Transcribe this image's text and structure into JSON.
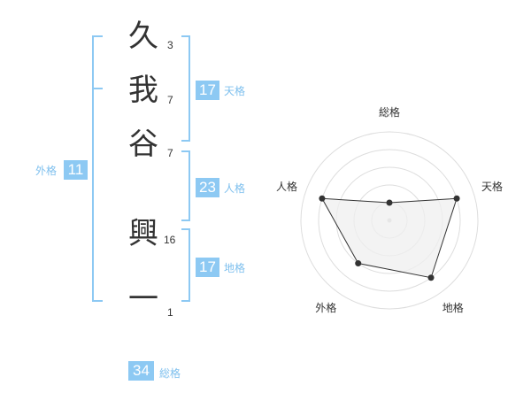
{
  "name": {
    "chars": [
      {
        "char": "久",
        "strokes": "3"
      },
      {
        "char": "我",
        "strokes": "7"
      },
      {
        "char": "谷",
        "strokes": "7"
      },
      {
        "char": "興",
        "strokes": "16"
      },
      {
        "char": "一",
        "strokes": "1"
      }
    ]
  },
  "fortune": {
    "tenkaku": {
      "value": "17",
      "label": "天格"
    },
    "jinkaku": {
      "value": "23",
      "label": "人格"
    },
    "chikaku": {
      "value": "17",
      "label": "地格"
    },
    "gaikaku": {
      "value": "11",
      "label": "外格"
    },
    "soukaku": {
      "value": "34",
      "label": "総格"
    }
  },
  "colors": {
    "accent": "#8dc9f3",
    "accent_text": "#7fc0ee",
    "text": "#333333",
    "radar_fill": "#efefef"
  },
  "chart_data": {
    "type": "radar",
    "axes": [
      "総格",
      "天格",
      "地格",
      "外格",
      "人格"
    ],
    "values": [
      1,
      4,
      4,
      3,
      4
    ],
    "rmax": 5
  }
}
